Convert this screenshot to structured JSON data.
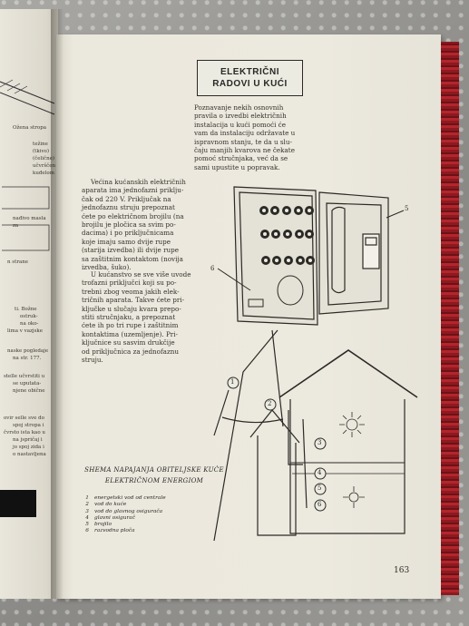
{
  "page": {
    "title_lines": [
      "ELEKTRIČNI",
      "RADOVI U KUĆI"
    ],
    "intro": "Poznavanje nekih osnovnih\npravila o izvedbi električnih\ninstalacija u kući pomoći će\nvam da instalaciju održavate u\nispravnom stanju, te da u slu-\nčaju manjih kvarova ne čekate\npomoć stručnjaka, već da se\nsami upustite u popravak.",
    "body1": "Većina kućanskih električnih\naparata ima jednofazni priklju-\nčak od 220 V. Priključak na\njednofaznu struju prepoznat\nćete po električnom brojilu (na\nbrojilu je pločica sa svim po-\ndacima) i po priključnicama\nkoje imaju samo dvije rupe\n(starija izvedba) ili dvije rupe\nsa zaštitnim kontaktom (novija\nizvedba, šuko).",
    "body2": "U kućanstvo se sve više uvode\ntrofazni priključci koji su po-\ntrebni zbog veoma jakih elek-\ntričnih aparata. Takve ćete pri-\nključke u slučaju kvara prepo-\nstiti stručnjaku, a prepoznat\nćete ih po tri rupe i zaštitnim\nkontaktima (uzemljenje). Pri-\nključnice su sasvim drukčije\nod priključnica za jednofaznu\nstruju.",
    "caption_title": "SHEMA NAPAJANJA OBITELJSKE KUĆE\nELEKTRIČNOM ENERGIOM",
    "legend": [
      {
        "num": "1",
        "text": "energetski vod od centrale"
      },
      {
        "num": "2",
        "text": "vod do kuće"
      },
      {
        "num": "3",
        "text": "vod do glavnog osigurača"
      },
      {
        "num": "4",
        "text": "glavni osigurač"
      },
      {
        "num": "5",
        "text": "brojilo"
      },
      {
        "num": "6",
        "text": "razvodna ploča"
      }
    ],
    "panel_callouts": [
      "5",
      "6"
    ],
    "house_callouts": [
      "1",
      "2",
      "3",
      "4",
      "5",
      "6"
    ],
    "page_number": "163"
  },
  "left_page": {
    "fragments": [
      "Ožena stropa",
      "težine",
      "(tkivo)",
      "(čelične)",
      "učvrščen",
      "kuđelom",
      "nađivo masla",
      "za",
      "n strane",
      "ti. Božne",
      "ostruk-",
      "na oko-",
      "lima v vazjske",
      "naske pogledaje",
      "na str. 177.",
      "stelle učvrstiti u",
      "se uputata-",
      "njene obične",
      "ovir selle sve do",
      "spoj stropa i",
      "čvrsto ista kao u",
      "na jspričaj i",
      "jo spoj zida i",
      "o nastavljena"
    ]
  },
  "colors": {
    "page": "#ebe8de",
    "ink": "#2a2824",
    "binding": "#a8232a"
  }
}
